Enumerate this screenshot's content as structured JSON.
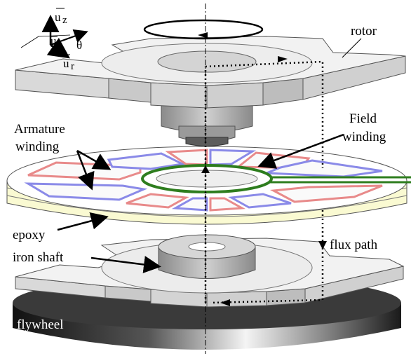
{
  "labels": {
    "rotor": "rotor",
    "field_winding_line1": "Field",
    "field_winding_line2": "winding",
    "armature_winding_line1": "Armature",
    "armature_winding_line2": "winding",
    "epoxy": "epoxy",
    "iron_shaft": "iron shaft",
    "flux_path": "flux path",
    "flywheel": "flywheel"
  },
  "axes": {
    "u_z": "u",
    "u_z_sub": "z",
    "u_theta": "u",
    "u_theta_sub": "θ",
    "u_r": "u",
    "u_r_sub": "r"
  },
  "colors": {
    "armature_red": "#e88a8a",
    "armature_blue": "#8a8ae8",
    "field_green": "#2e7d1e",
    "epoxy": "#fafad2",
    "steel_light": "#e8e8e8",
    "steel_mid": "#c8c8c8",
    "steel_dark": "#7a7a7a"
  },
  "icons": {
    "rotation": "rotation-arrow-icon",
    "axes": "coordinate-axes-icon"
  }
}
